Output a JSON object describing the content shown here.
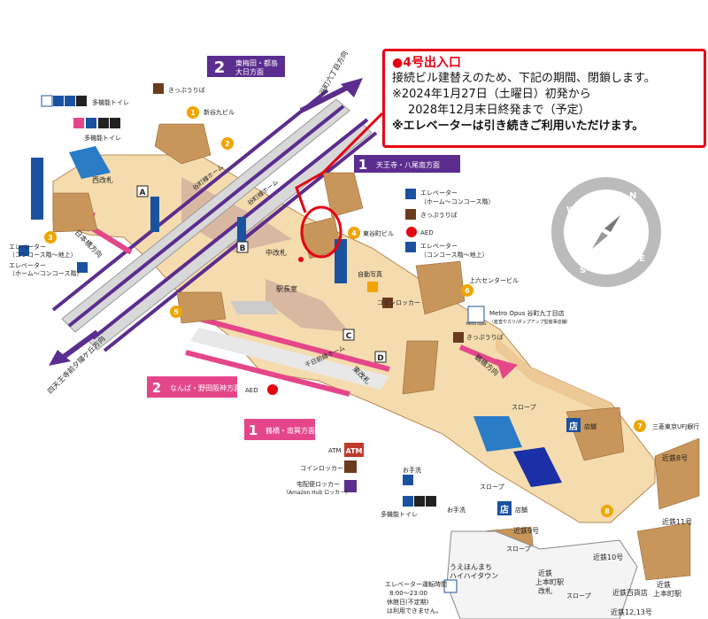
{
  "notice": {
    "title": "●4号出入口",
    "line1": "接続ビル建替えのため、下記の期間、閉鎖します。",
    "line2": "※2024年1月27日（土曜日）初発から",
    "line3": "2028年12月末日終発まで（予定）",
    "line4": "※エレベーターは引き続きご利用いただけます。"
  },
  "platforms": {
    "tanimachi_2_num": "2",
    "tanimachi_2_dir": "東梅田・都島",
    "tanimachi_2_dir2": "大日方面",
    "tanimachi_1_num": "1",
    "tanimachi_1_dir": "天王寺・八尾南方面",
    "sennichimae_2_num": "2",
    "sennichimae_2_dir": "なんば・野田阪神方面",
    "sennichimae_1_num": "1",
    "sennichimae_1_dir": "鶴橋・南巽方面",
    "tanimachi_home_a": "谷町線ホーム",
    "tanimachi_home_b": "谷町線ホーム",
    "sennichimae_home": "千日前線ホーム"
  },
  "directions": {
    "tanimachi_6": "谷町六丁目方向",
    "nihonbashi": "日本橋方向",
    "shitennoji": "四天王寺前夕陽ケ丘方向",
    "tsuruhashi": "鶴橋方向"
  },
  "gates": {
    "west": "西改札",
    "middle": "中改札",
    "east": "東改札",
    "station_office": "駅長室"
  },
  "exits": {
    "e1": "1",
    "e1_label": "新谷九ビル",
    "e2": "2",
    "e3": "3",
    "e4": "4",
    "e4_label": "東谷町ビル",
    "e5": "5",
    "e6": "6",
    "e6_label": "上六センタービル",
    "e7": "7",
    "e7_label": "三菱東京UFJ銀行",
    "e8": "8"
  },
  "letters": {
    "a": "A",
    "b": "B",
    "c": "C",
    "d": "D"
  },
  "facilities": {
    "toilet_multi_1": "多機能トイレ",
    "toilet_multi_2": "多機能トイレ",
    "toilet_multi_3": "多機能トイレ",
    "ticket_1": "きっぷうりば",
    "ticket_2": "きっぷうりば",
    "ticket_3": "きっぷうりば",
    "elevator_1": "エレベーター",
    "elevator_1b": "（ホーム〜コンコース階）",
    "elevator_2": "エレベーター",
    "elevator_2b": "（コンコース階〜地上）",
    "elevator_left_1": "エレベーター",
    "elevator_left_1b": "（コンコース階〜地上）",
    "elevator_left_2": "エレベーター",
    "elevator_left_2b": "（ホーム〜コンコース階）",
    "aed_1": "AED",
    "aed_2": "AED",
    "photo": "自動写真",
    "locker_1": "コインロッカー",
    "locker_2": "コインロッカー",
    "metro_opus": "Metro Opus 谷町九丁目店",
    "metro_opus_sub": "（産直やカリ/ポップアップ型催事店舗）",
    "metro_opus_icon": "Metro Opus",
    "atm": "ATM",
    "atm_icon": "ATM",
    "hand_wash_1": "お手洗",
    "hand_wash_2": "お手洗",
    "parcel_locker": "宅配便ロッカー",
    "parcel_locker_sub": "（Amazon Hub ロッカー）",
    "slope_1": "スロープ",
    "slope_2": "スロープ",
    "slope_3": "スロープ",
    "slope_4": "スロープ",
    "shop_1": "店舗",
    "shop_2": "店舗",
    "shop_icon": "店",
    "elevator_hours": "エレベーター運転時間",
    "elevator_hours_2": "8:00〜23:00",
    "elevator_hours_3": "休館日(不定期)",
    "elevator_hours_4": "は利用できません。"
  },
  "kintetsu": {
    "k8": "近鉄8号",
    "k9": "近鉄9号",
    "k10": "近鉄10号",
    "k11": "近鉄11号",
    "k12": "近鉄12,13号",
    "uehonmachi_hi": "うえほんまち",
    "uehonmachi_hi2": "ハイハイタウン",
    "kintetsu_gate": "近鉄",
    "kintetsu_gate2": "上本町駅",
    "kintetsu_gate3": "改札",
    "kintetsu_dept": "近鉄百貨店",
    "kintetsu_station": "近鉄",
    "kintetsu_station2": "上本町駅"
  },
  "compass": {
    "n": "N",
    "e": "E",
    "s": "S",
    "w": "W"
  },
  "colors": {
    "tanimachi": "#5b2d8e",
    "sennichimae": "#e5468a",
    "floor": "#f5dcae",
    "stairs": "#c8955a",
    "platform": "#e3e3e3",
    "alert": "#e60012",
    "elevator": "#1b52a0"
  }
}
